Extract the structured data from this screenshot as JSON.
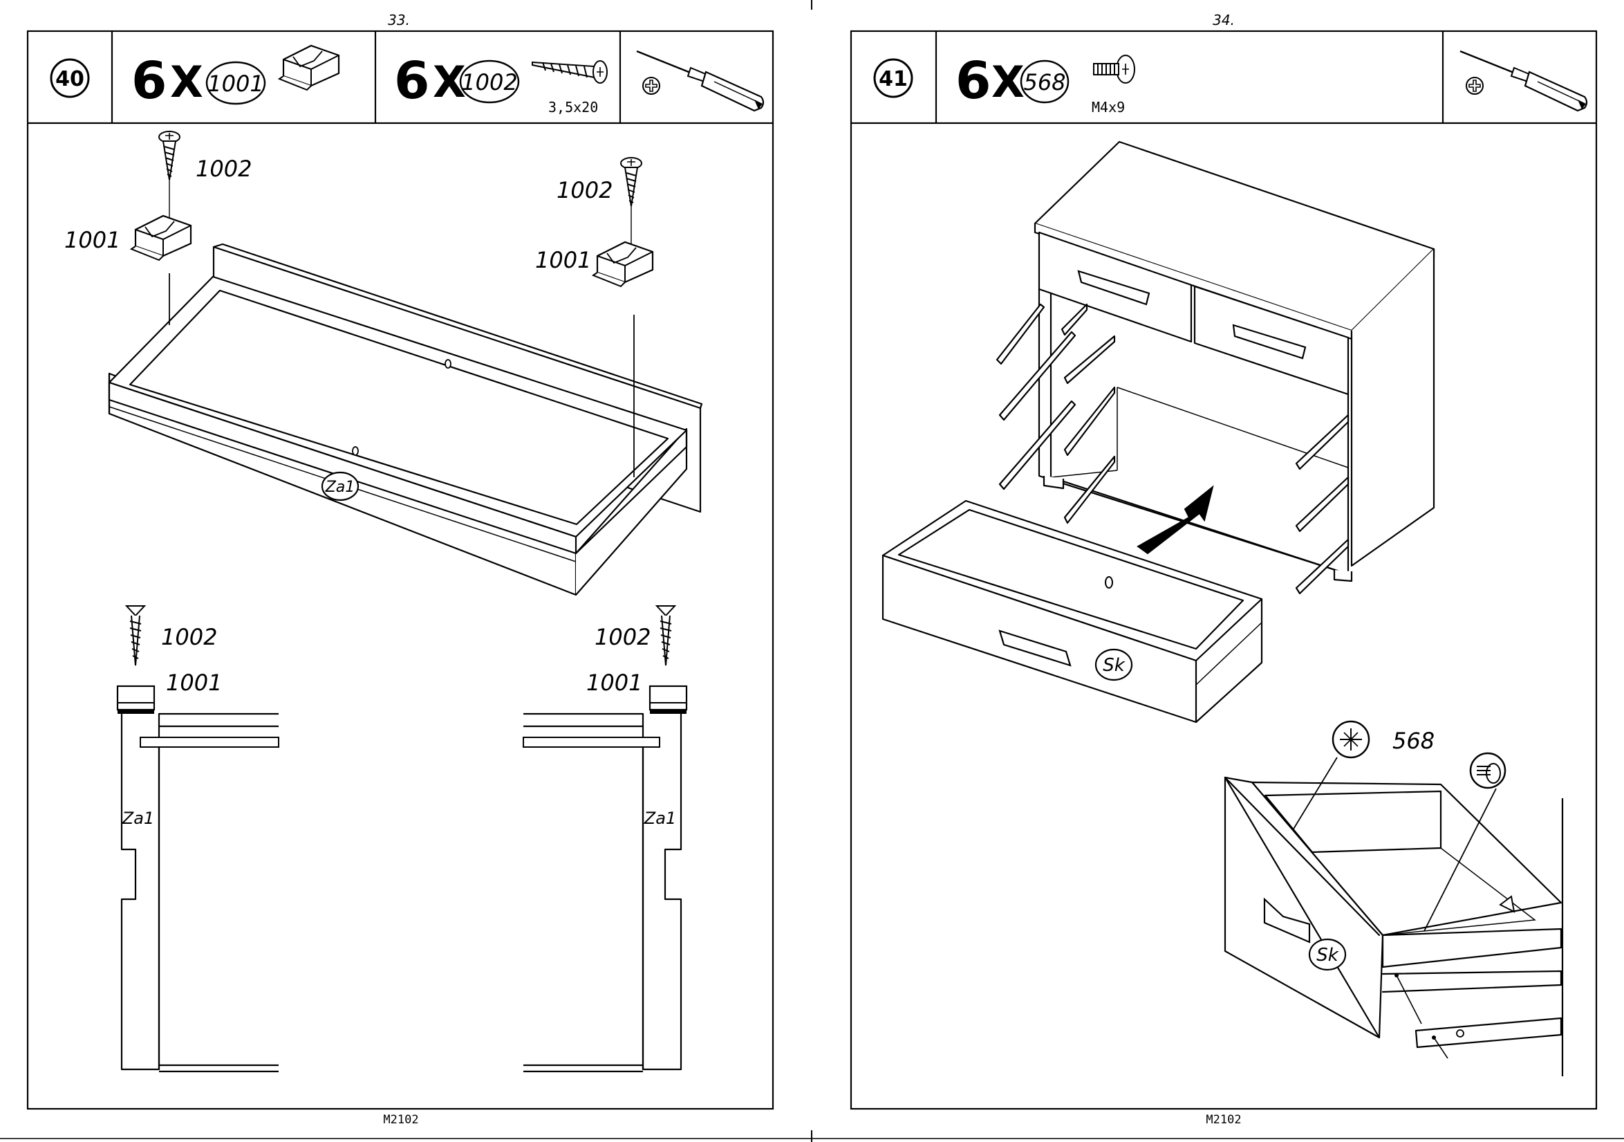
{
  "pages": [
    {
      "page_number": "33.",
      "step": "40",
      "parts": [
        {
          "qty": "6",
          "times": "X",
          "part_id": "1001",
          "spec": ""
        },
        {
          "qty": "6",
          "times": "X",
          "part_id": "1002",
          "spec": "3,5x20"
        }
      ],
      "tool_icon": "phillips-screwdriver-icon",
      "callouts": {
        "screw_left": "1002",
        "block_left": "1001",
        "screw_right": "1002",
        "block_right": "1001",
        "panel": "Za1",
        "detail_screw_left": "1002",
        "detail_block_left": "1001",
        "detail_screw_right": "1002",
        "detail_block_right": "1001",
        "detail_panel_left": "Za1",
        "detail_panel_right": "Za1"
      },
      "footer": "M2102"
    },
    {
      "page_number": "34.",
      "step": "41",
      "parts": [
        {
          "qty": "6",
          "times": "X",
          "part_id": "568",
          "spec": "M4x9"
        }
      ],
      "tool_icon": "phillips-screwdriver-icon",
      "callouts": {
        "drawer": "Sk",
        "detail_drawer": "Sk",
        "detail_screw": "568"
      },
      "footer": "M2102"
    }
  ],
  "colors": {
    "ink": "#000000",
    "paper": "#ffffff"
  }
}
